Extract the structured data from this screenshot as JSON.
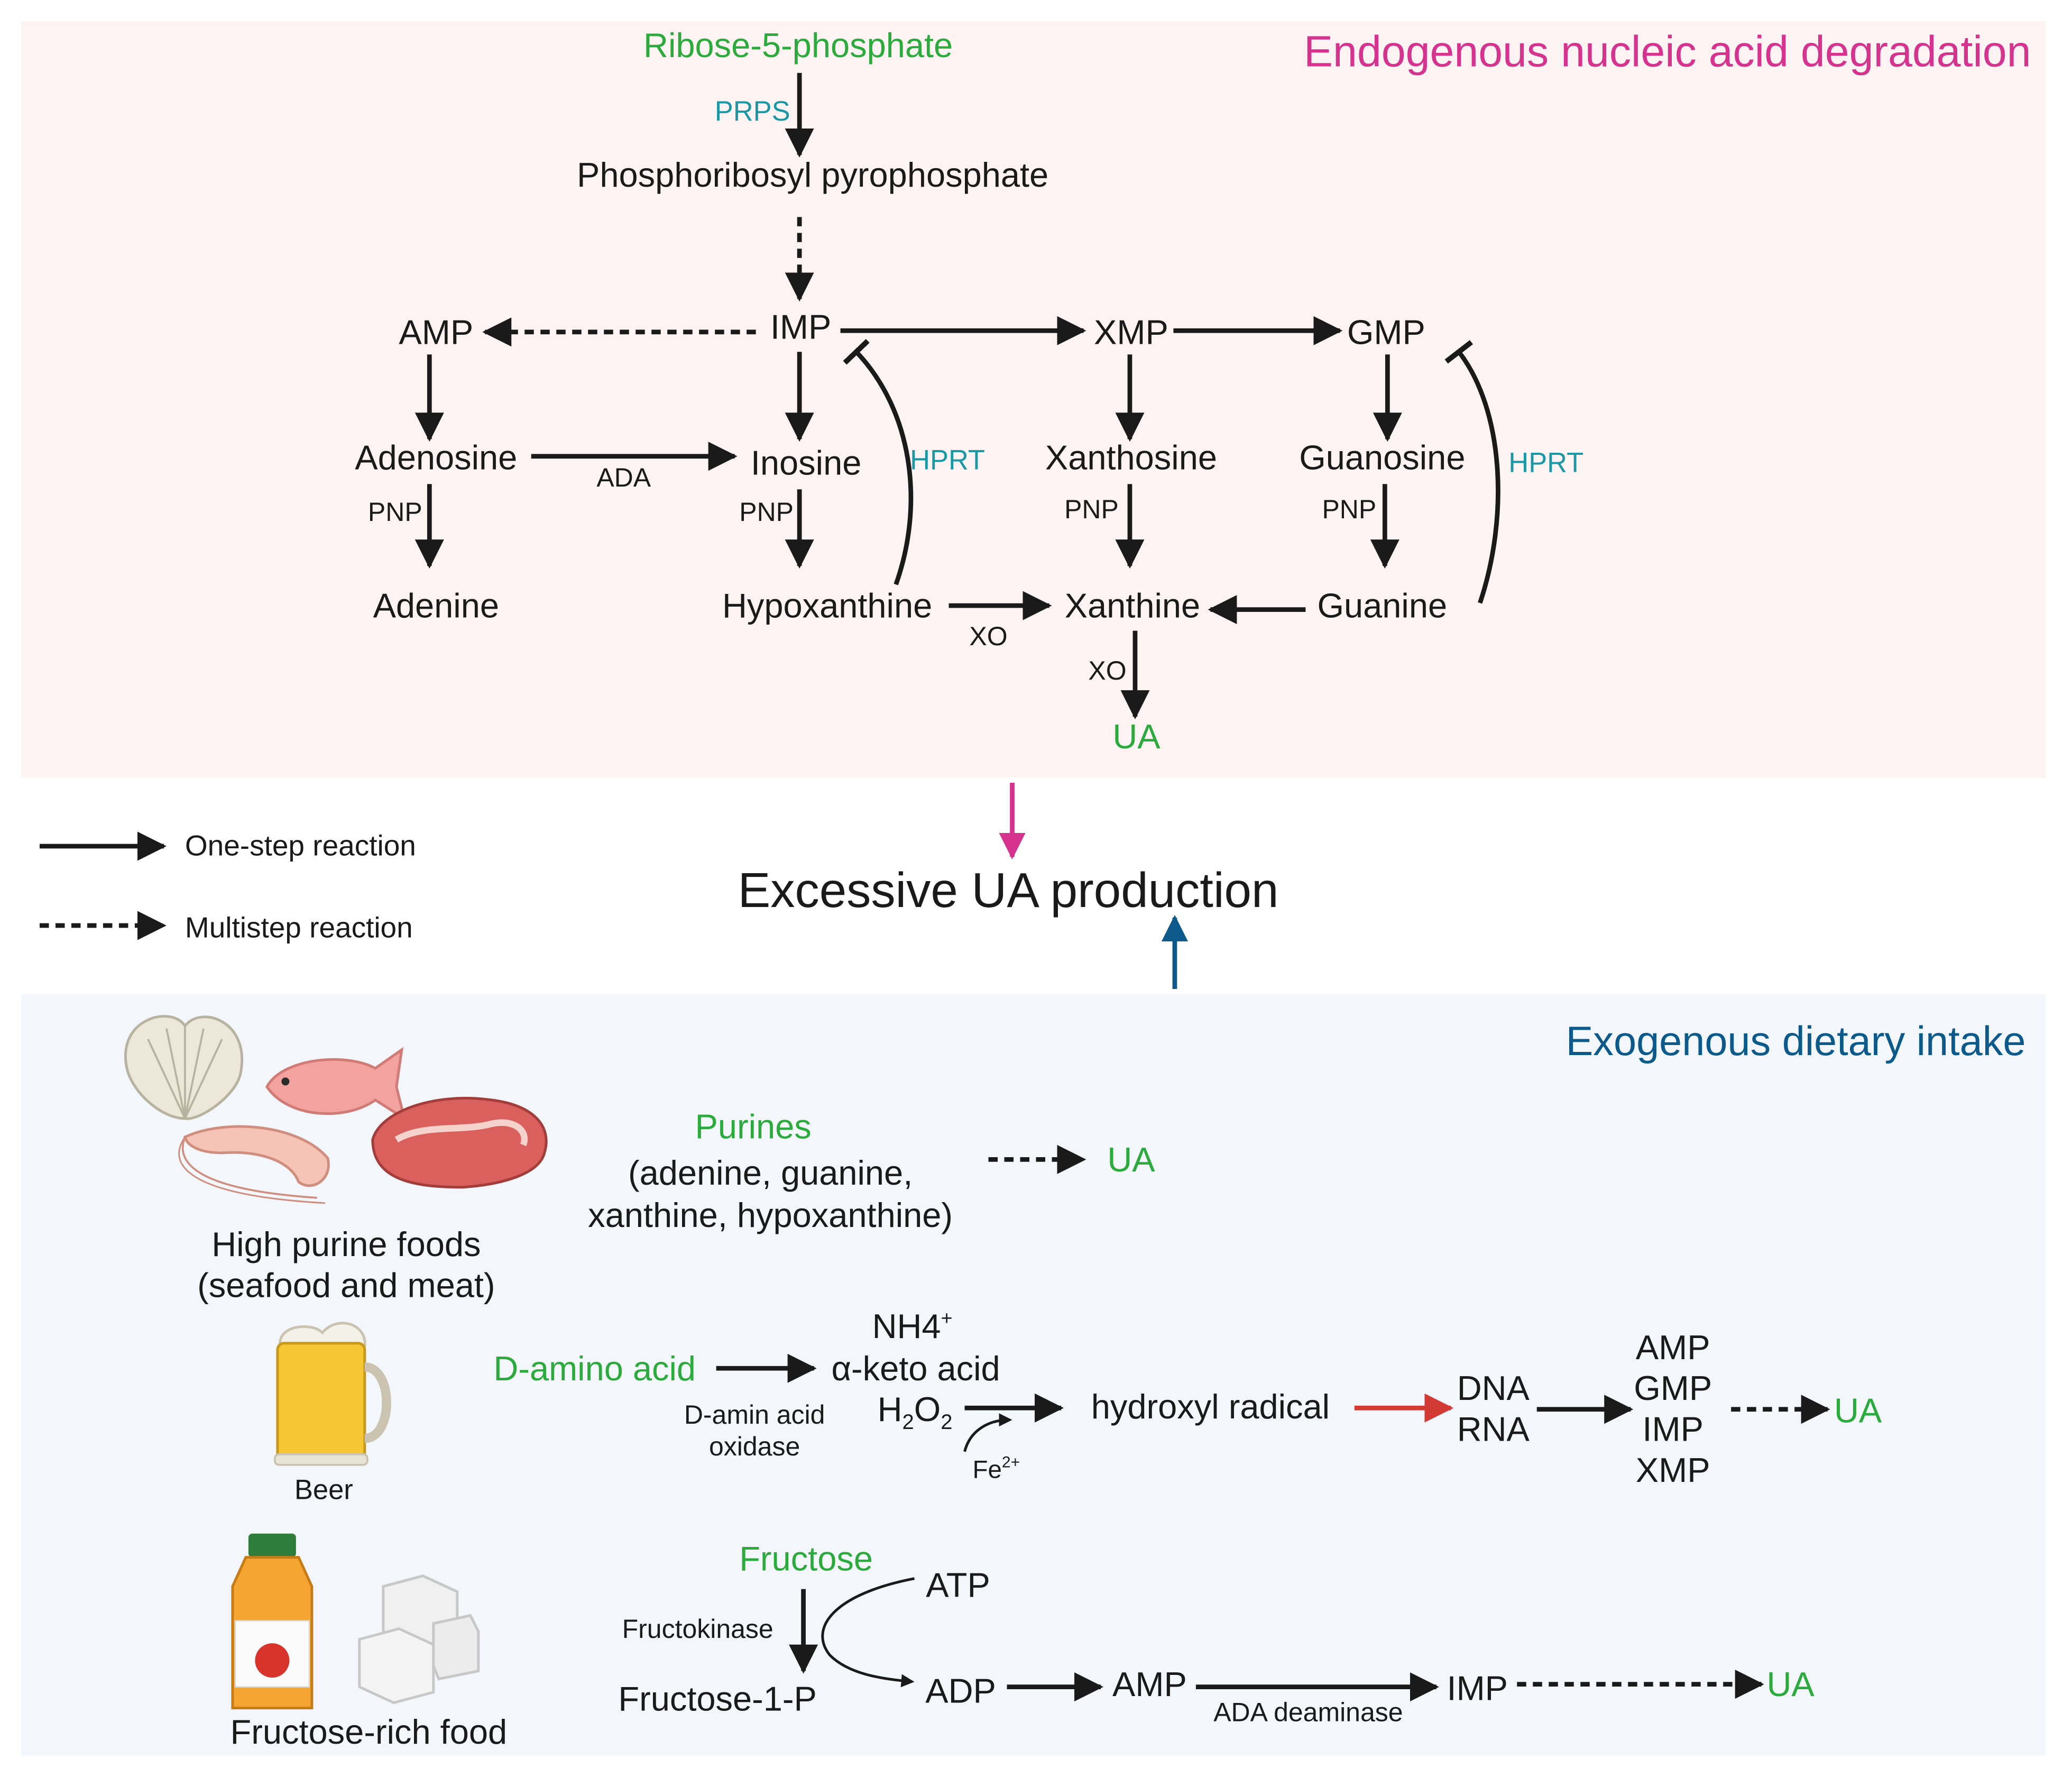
{
  "endogenous": {
    "title": "Endogenous nucleic acid degradation",
    "ribose5p": "Ribose-5-phosphate",
    "prps": "PRPS",
    "prpp": "Phosphoribosyl pyrophosphate",
    "amp": "AMP",
    "imp": "IMP",
    "xmp": "XMP",
    "gmp": "GMP",
    "adenosine": "Adenosine",
    "inosine": "Inosine",
    "xanthosine": "Xanthosine",
    "guanosine": "Guanosine",
    "ada": "ADA",
    "pnp1": "PNP",
    "pnp2": "PNP",
    "pnp3": "PNP",
    "pnp4": "PNP",
    "hprt1": "HPRT",
    "hprt2": "HPRT",
    "adenine": "Adenine",
    "hypoxanthine": "Hypoxanthine",
    "xanthine": "Xanthine",
    "guanine": "Guanine",
    "xo1": "XO",
    "xo2": "XO",
    "ua": "UA"
  },
  "legend": {
    "one_step": "One-step reaction",
    "multistep": "Multistep reaction"
  },
  "center": {
    "title": "Excessive UA production"
  },
  "exogenous": {
    "title": "Exogenous dietary intake",
    "food1_line1": "High purine foods",
    "food1_line2": "(seafood and meat)",
    "purines": "Purines",
    "purines_line1": "(adenine, guanine,",
    "purines_line2": "xanthine, hypoxanthine)",
    "ua1": "UA",
    "beer": "Beer",
    "d_amino_acid": "D-amino acid",
    "daao_line1": "D-amin acid",
    "daao_line2": "oxidase",
    "nh4": "NH4",
    "nh4_sup": "+",
    "keto_acid": "α-keto acid",
    "h2o2_h": "H",
    "h2o2_sub1": "2",
    "h2o2_o": "O",
    "h2o2_sub2": "2",
    "fe": "Fe",
    "fe_sup": "2+",
    "hydroxyl_radical": "hydroxyl radical",
    "dna": "DNA",
    "rna": "RNA",
    "amp": "AMP",
    "gmp": "GMP",
    "imp": "IMP",
    "xmp": "XMP",
    "ua2": "UA",
    "fructose": "Fructose",
    "fructokinase": "Fructokinase",
    "atp": "ATP",
    "adp": "ADP",
    "fructose1p": "Fructose-1-P",
    "amp2": "AMP",
    "ada_deaminase": "ADA deaminase",
    "imp2": "IMP",
    "ua3": "UA",
    "food3": "Fructose-rich food"
  },
  "colors": {
    "endogenous_bg": "#fdf3f3",
    "exogenous_bg": "#f3f7fc",
    "green": "#2bab3c",
    "teal": "#1a98a6",
    "pink": "#d6338f",
    "blue": "#0c5a8c",
    "red": "#d23a33",
    "black": "#1a1a1a"
  }
}
